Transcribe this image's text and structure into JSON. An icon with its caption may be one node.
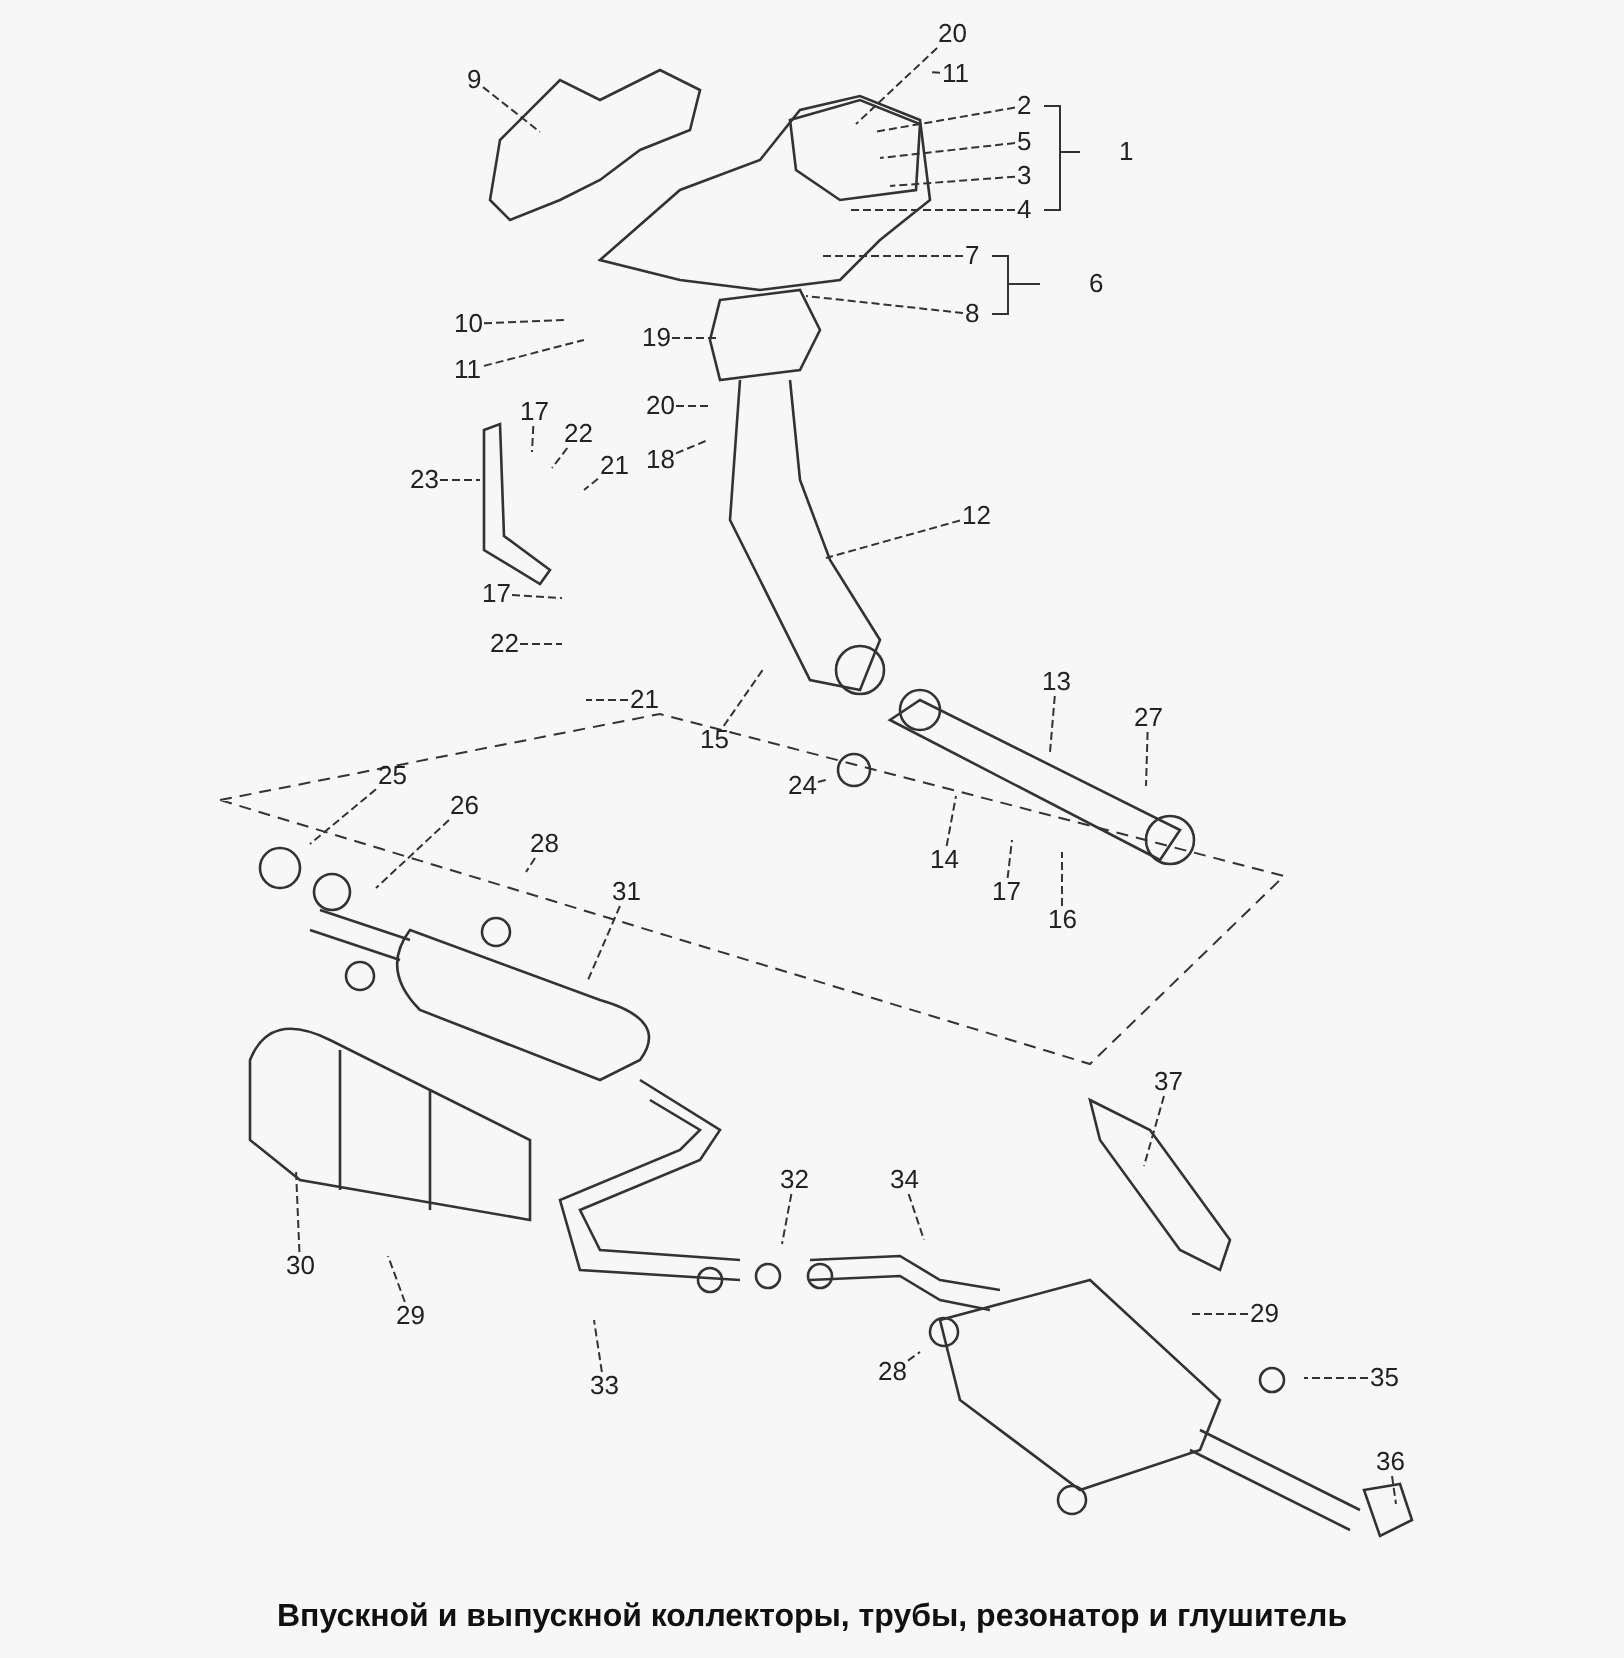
{
  "diagram": {
    "caption": "Впускной и выпускной коллекторы, трубы, резонатор и глушитель",
    "nodes": [
      {
        "text": [
          "20"
        ]
      },
      {
        "text": [
          "11"
        ]
      },
      {
        "text": [
          "9"
        ]
      },
      {
        "text": [
          "2"
        ]
      },
      {
        "text": [
          "5"
        ]
      },
      {
        "text": [
          "3"
        ]
      },
      {
        "text": [
          "4"
        ]
      },
      {
        "text": [
          "7"
        ]
      },
      {
        "text": [
          "8"
        ]
      },
      {
        "text": [
          "10"
        ]
      },
      {
        "text": [
          "11"
        ]
      },
      {
        "text": [
          "19"
        ]
      },
      {
        "text": [
          "20"
        ]
      },
      {
        "text": [
          "17"
        ]
      },
      {
        "text": [
          "22"
        ]
      },
      {
        "text": [
          "21"
        ]
      },
      {
        "text": [
          "23"
        ]
      },
      {
        "text": [
          "18"
        ]
      },
      {
        "text": [
          "12"
        ]
      },
      {
        "text": [
          "17"
        ]
      },
      {
        "text": [
          "22"
        ]
      },
      {
        "text": [
          "21"
        ]
      },
      {
        "text": [
          "15"
        ]
      },
      {
        "text": [
          "13"
        ]
      },
      {
        "text": [
          "27"
        ]
      },
      {
        "text": [
          "25"
        ]
      },
      {
        "text": [
          "24"
        ]
      },
      {
        "text": [
          "26"
        ]
      },
      {
        "text": [
          "28"
        ]
      },
      {
        "text": [
          "14"
        ]
      },
      {
        "text": [
          "17"
        ]
      },
      {
        "text": [
          "16"
        ]
      },
      {
        "text": [
          "31"
        ]
      },
      {
        "text": [
          "37"
        ]
      },
      {
        "text": [
          "30"
        ]
      },
      {
        "text": [
          "32"
        ]
      },
      {
        "text": [
          "34"
        ]
      },
      {
        "text": [
          "29"
        ]
      },
      {
        "text": [
          "29"
        ]
      },
      {
        "text": [
          "28"
        ]
      },
      {
        "text": [
          "35"
        ]
      },
      {
        "text": [
          "33"
        ]
      },
      {
        "text": [
          "36"
        ]
      }
    ],
    "edges": [
      {
        "from": 0,
        "to": null,
        "arrow": "none"
      },
      {
        "from": 1,
        "to": null,
        "arrow": "none"
      },
      {
        "from": 2,
        "to": null,
        "arrow": "none"
      },
      {
        "from": 3,
        "to": null,
        "arrow": "none"
      },
      {
        "from": 4,
        "to": null,
        "arrow": "none"
      },
      {
        "from": 5,
        "to": null,
        "arrow": "none"
      },
      {
        "from": 6,
        "to": null,
        "arrow": "none"
      },
      {
        "from": 7,
        "to": null,
        "arrow": "none"
      },
      {
        "from": 8,
        "to": null,
        "arrow": "none"
      },
      {
        "from": 9,
        "to": null,
        "arrow": "none"
      },
      {
        "from": 10,
        "to": null,
        "arrow": "none"
      },
      {
        "from": 11,
        "to": null,
        "arrow": "none"
      },
      {
        "from": 12,
        "to": null,
        "arrow": "none"
      },
      {
        "from": 13,
        "to": null,
        "arrow": "none"
      },
      {
        "from": 14,
        "to": null,
        "arrow": "none"
      },
      {
        "from": 15,
        "to": null,
        "arrow": "none"
      },
      {
        "from": 16,
        "to": null,
        "arrow": "none"
      },
      {
        "from": 17,
        "to": null,
        "arrow": "none"
      },
      {
        "from": 18,
        "to": null,
        "arrow": "none"
      },
      {
        "from": 19,
        "to": null,
        "arrow": "none"
      },
      {
        "from": 20,
        "to": null,
        "arrow": "none"
      },
      {
        "from": 21,
        "to": null,
        "arrow": "none"
      },
      {
        "from": 22,
        "to": null,
        "arrow": "none"
      },
      {
        "from": 23,
        "to": null,
        "arrow": "none"
      },
      {
        "from": 24,
        "to": null,
        "arrow": "none"
      },
      {
        "from": 25,
        "to": null,
        "arrow": "none"
      },
      {
        "from": 26,
        "to": null,
        "arrow": "none"
      },
      {
        "from": 27,
        "to": null,
        "arrow": "none"
      },
      {
        "from": 28,
        "to": null,
        "arrow": "none"
      },
      {
        "from": 29,
        "to": null,
        "arrow": "none"
      },
      {
        "from": 30,
        "to": null,
        "arrow": "none"
      },
      {
        "from": 31,
        "to": null,
        "arrow": "none"
      },
      {
        "from": 32,
        "to": null,
        "arrow": "none"
      },
      {
        "from": 33,
        "to": null,
        "arrow": "none"
      },
      {
        "from": 34,
        "to": null,
        "arrow": "none"
      },
      {
        "from": 35,
        "to": null,
        "arrow": "none"
      },
      {
        "from": 36,
        "to": null,
        "arrow": "none"
      },
      {
        "from": 37,
        "to": null,
        "arrow": "none"
      },
      {
        "from": 38,
        "to": null,
        "arrow": "none"
      },
      {
        "from": 39,
        "to": null,
        "arrow": "none"
      },
      {
        "from": 40,
        "to": null,
        "arrow": "none"
      },
      {
        "from": 41,
        "to": null,
        "arrow": "none"
      },
      {
        "from": 42,
        "to": null,
        "arrow": "none"
      }
    ],
    "labels": [
      "1",
      "6"
    ]
  }
}
